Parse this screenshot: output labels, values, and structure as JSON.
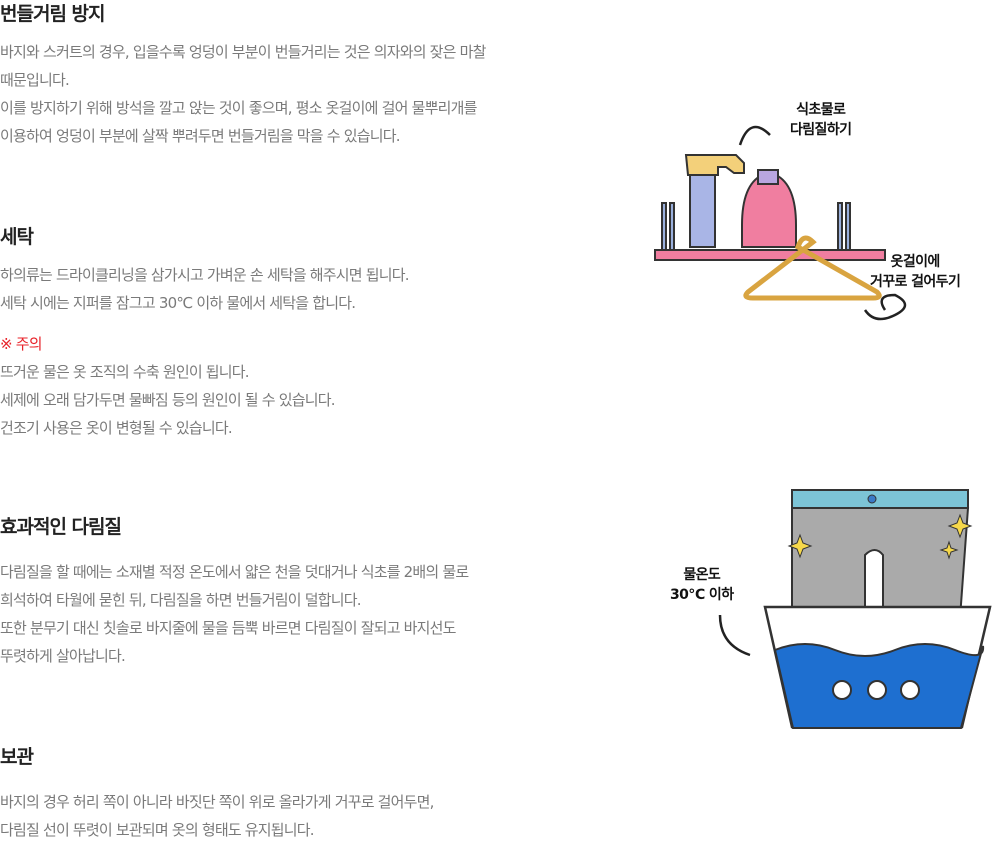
{
  "sections": [
    {
      "title": "번들거림 방지",
      "lines": [
        "바지와 스커트의 경우, 입을수록 엉덩이 부분이 번들거리는 것은 의자와의 잦은 마찰",
        "때문입니다.",
        "이를 방지하기 위해 방석을 깔고 앉는 것이 좋으며, 평소 옷걸이에 걸어 물뿌리개를",
        "이용하여 엉덩이 부분에 살짝 뿌려두면 번들거림을 막을 수 있습니다."
      ]
    },
    {
      "title": "세탁",
      "lines": [
        "하의류는 드라이클리닝을 삼가시고 가벼운 손 세탁을 해주시면 됩니다.",
        "세탁 시에는 지퍼를 잠그고 30℃ 이하 물에서 세탁을 합니다."
      ],
      "warning_title": "※ 주의",
      "warning_lines": [
        "뜨거운 물은 옷 조직의 수축 원인이 됩니다.",
        "세제에 오래 담가두면 물빠짐 등의 원인이 될 수 있습니다.",
        "건조기 사용은 옷이 변형될 수 있습니다."
      ]
    },
    {
      "title": "효과적인 다림질",
      "lines": [
        "다림질을 할 때에는 소재별 적정 온도에서 얇은 천을 덧대거나 식초를 2배의 물로",
        "희석하여 타월에 묻힌 뒤, 다림질을 하면 번들거림이 덜합니다.",
        "또한 분무기 대신 칫솔로 바지줄에 물을 듬뿍 바르면 다림질이 잘되고 바지선도",
        "뚜렷하게 살아납니다."
      ]
    },
    {
      "title": "보관",
      "lines": [
        "바지의 경우 허리 쪽이 아니라 바짓단 쪽이 위로 올라가게 거꾸로 걸어두면,",
        "다림질 선이 뚜렷이 보관되며 옷의 형태도 유지됩니다."
      ]
    }
  ],
  "illustration1": {
    "label_top": [
      "식초물로",
      "다림질하기"
    ],
    "label_right": [
      "옷걸이에",
      "거꾸로 걸어두기"
    ]
  },
  "illustration2": {
    "label": [
      "물온도",
      "30℃ 이하"
    ]
  },
  "colors": {
    "warning": "#e8232a",
    "water": "#1e6fd0"
  }
}
